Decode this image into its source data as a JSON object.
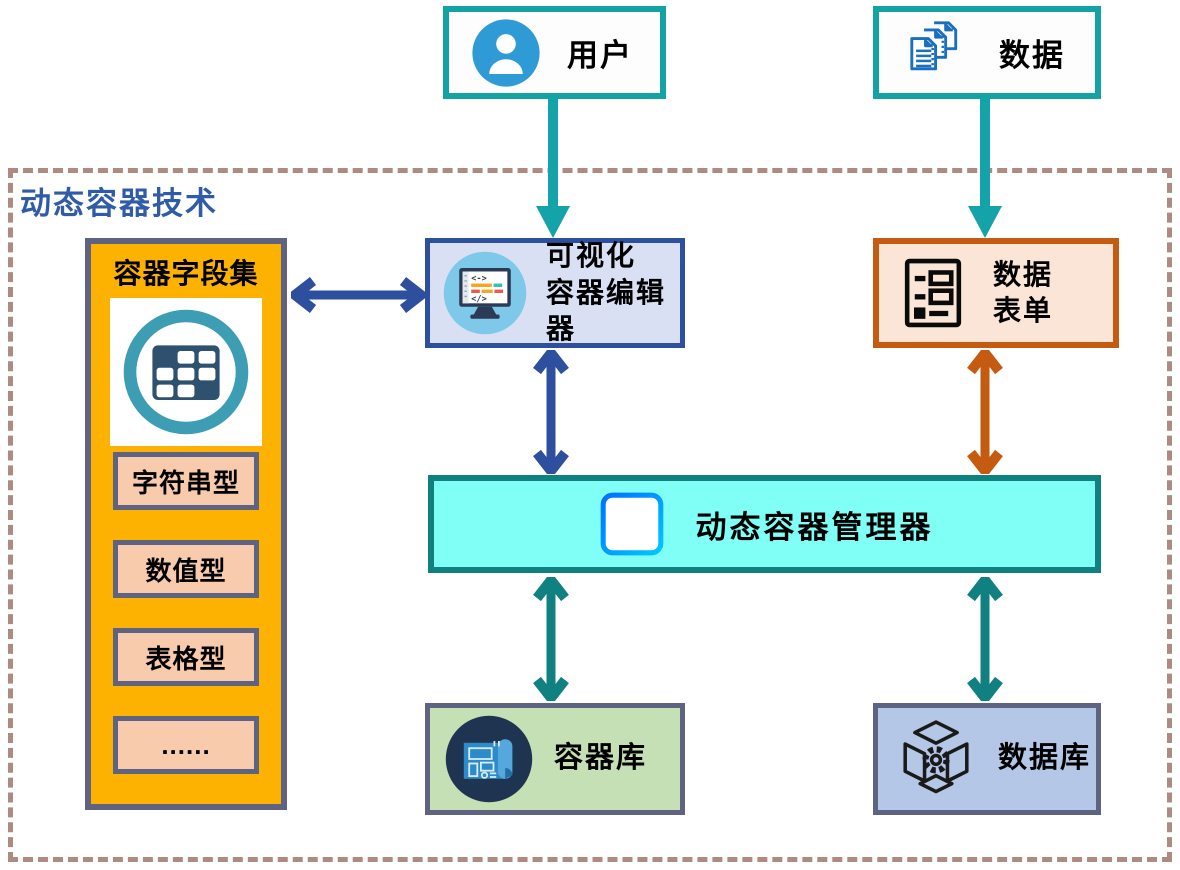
{
  "diagram": {
    "system": {
      "title": "动态容器技术"
    },
    "sources": {
      "user": {
        "label": "用户",
        "icon": "person-icon"
      },
      "data": {
        "label": "数据",
        "icon": "documents-icon"
      }
    },
    "field_set": {
      "title": "容器字段集",
      "icon": "table-icon",
      "items": [
        "字符串型",
        "数值型",
        "表格型",
        "......"
      ]
    },
    "editor": {
      "label_line1": "可视化",
      "label_line2": "容器编辑器",
      "icon": "code-monitor-icon"
    },
    "form": {
      "label_line1": "数据",
      "label_line2": "表单",
      "icon": "form-icon"
    },
    "manager": {
      "label": "动态容器管理器",
      "icon": "sliders-icon"
    },
    "container_library": {
      "label": "容器库",
      "icon": "blueprint-icon"
    },
    "database": {
      "label": "数据库",
      "icon": "cube-gear-icon"
    },
    "colors": {
      "teal_box_border": "#14A3A3",
      "teal_arrow": "#118080",
      "dashed_border": "#AD8B80",
      "system_title_blue": "#2F5BA8",
      "fieldset_fill": "#FDB201",
      "slate_border": "#5D6380",
      "fieldset_item_fill": "#F8CBAD",
      "editor_fill": "#D9E0F3",
      "editor_border": "#2E4F9E",
      "form_fill": "#FBE5D6",
      "form_border": "#C55A11",
      "manager_fill": "#80FFF6",
      "library_fill": "#C5E0B4",
      "database_fill": "#B4C7E7"
    }
  }
}
